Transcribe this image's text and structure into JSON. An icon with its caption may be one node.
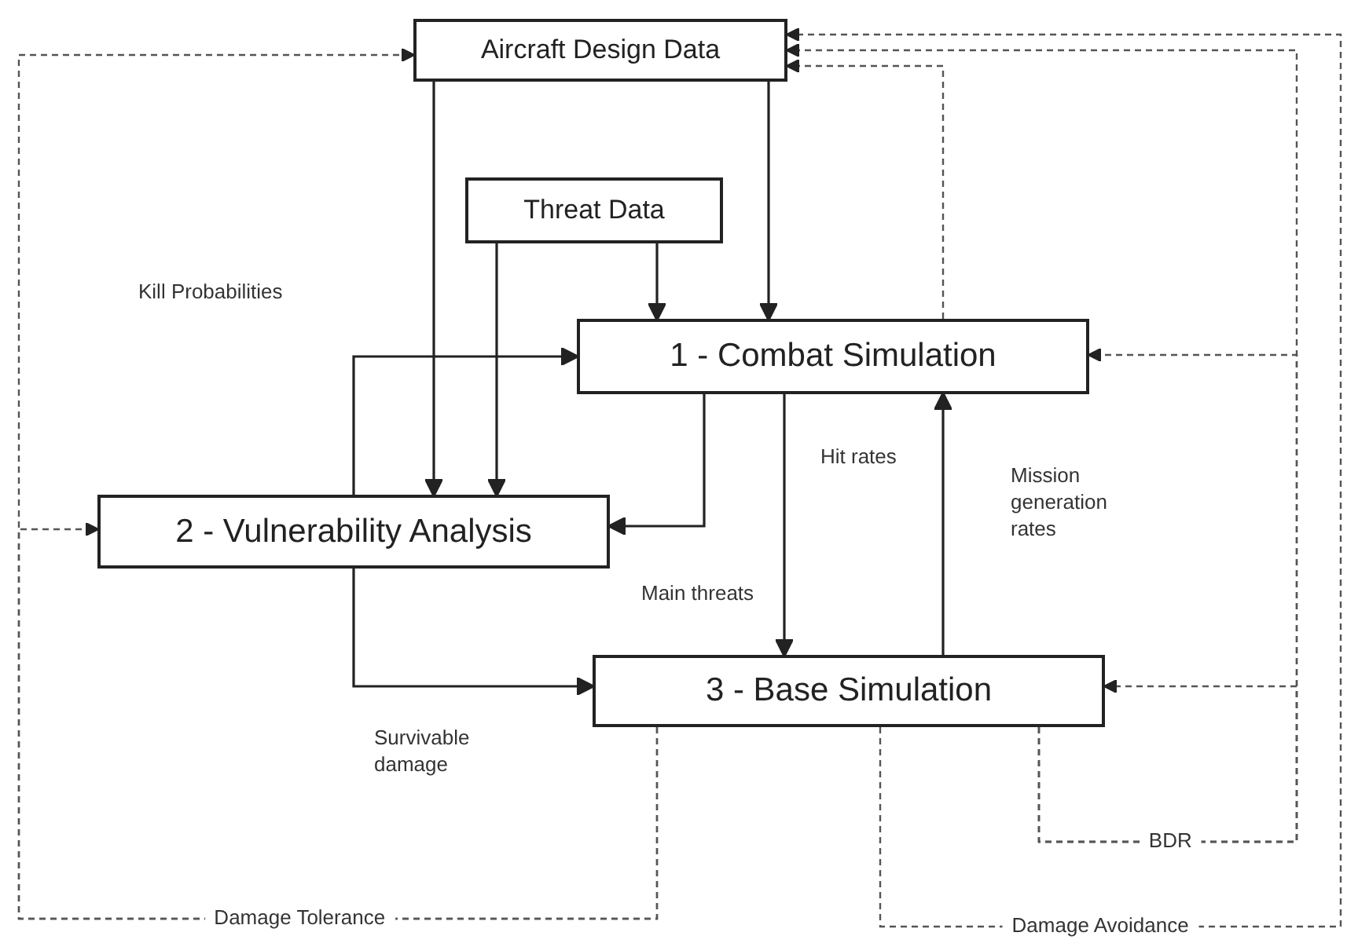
{
  "diagram": {
    "nodes": [
      {
        "text": [
          "Aircraft Design Data"
        ]
      },
      {
        "text": [
          "Threat Data"
        ]
      },
      {
        "text": [
          "1 - Combat Simulation"
        ]
      },
      {
        "text": [
          "2 - Vulnerability Analysis"
        ]
      },
      {
        "text": [
          "3 - Base Simulation"
        ]
      }
    ],
    "edges": [
      {
        "from": 0,
        "to": 3,
        "arrow": "to"
      },
      {
        "from": 0,
        "to": 2,
        "arrow": "to"
      },
      {
        "from": 1,
        "to": 3,
        "arrow": "to"
      },
      {
        "from": 1,
        "to": 2,
        "arrow": "to"
      },
      {
        "from": 3,
        "to": 2,
        "arrow": "to",
        "label": "Kill Probabilities"
      },
      {
        "from": 2,
        "to": 3,
        "arrow": "to",
        "label": "Main threats"
      },
      {
        "from": 2,
        "to": 4,
        "arrow": "to",
        "label": "Hit rates"
      },
      {
        "from": 4,
        "to": 2,
        "arrow": "to",
        "label": "Mission generation rates"
      },
      {
        "from": 3,
        "to": 4,
        "arrow": "to",
        "label": "Survivable damage"
      },
      {
        "from": 4,
        "to": 0,
        "arrow": "to",
        "style": "dashed",
        "label": "Damage Tolerance"
      },
      {
        "from": 4,
        "to": 3,
        "arrow": "to",
        "style": "dashed"
      },
      {
        "from": 4,
        "to": 0,
        "arrow": "to",
        "style": "dashed",
        "label": "Damage Avoidance"
      },
      {
        "from": 4,
        "to": 0,
        "arrow": "to",
        "style": "dashed",
        "label": "BDR"
      },
      {
        "from": 4,
        "to": 2,
        "arrow": "to",
        "style": "dashed"
      },
      {
        "from": 4,
        "to": 4,
        "arrow": "to",
        "style": "dashed"
      },
      {
        "from": 2,
        "to": 0,
        "arrow": "to",
        "style": "dashed"
      }
    ]
  }
}
